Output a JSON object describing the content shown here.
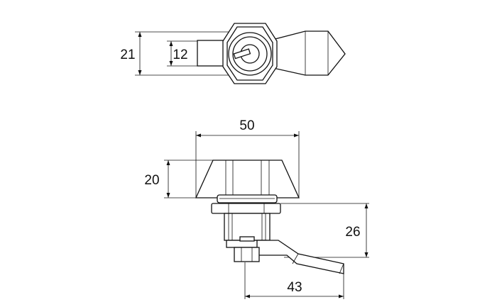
{
  "dimensions": {
    "top_height_outer": "21",
    "top_height_inner": "12",
    "width": "50",
    "body_height": "20",
    "cam_offset": "26",
    "cam_length": "43"
  }
}
